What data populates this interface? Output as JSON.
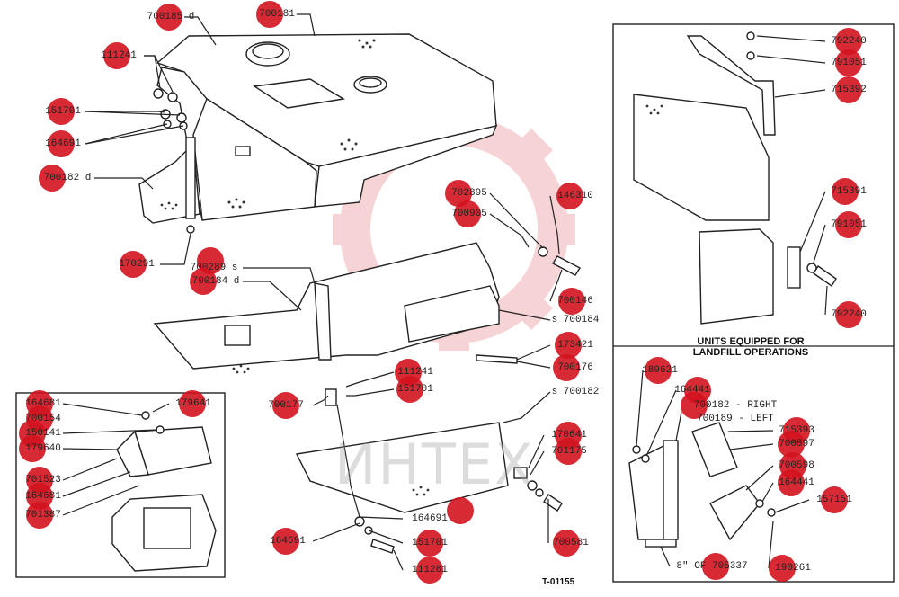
{
  "drawing_number": "T-01155",
  "note": {
    "line1": "UNITS EQUIPPED FOR",
    "line2": "LANDFILL OPERATIONS"
  },
  "watermark": "ИНТЕХ",
  "callout_color": "#d3131f",
  "labels": [
    {
      "id": "c1",
      "text": "700185 d"
    },
    {
      "id": "c2",
      "text": "700181"
    },
    {
      "id": "c3",
      "text": "111241"
    },
    {
      "id": "c4",
      "text": "151701"
    },
    {
      "id": "c5",
      "text": "164691"
    },
    {
      "id": "c6",
      "text": "700182 d"
    },
    {
      "id": "c7",
      "text": "170291"
    },
    {
      "id": "c8",
      "text": "700289 s"
    },
    {
      "id": "c9",
      "text": "700184 d"
    },
    {
      "id": "c10",
      "text": "702895"
    },
    {
      "id": "c11",
      "text": "700905"
    },
    {
      "id": "c12",
      "text": "146310"
    },
    {
      "id": "c13",
      "text": "700146"
    },
    {
      "id": "c14",
      "text": "s 700184"
    },
    {
      "id": "c15",
      "text": "173421"
    },
    {
      "id": "c16",
      "text": "700176"
    },
    {
      "id": "c17",
      "text": "111241"
    },
    {
      "id": "c18",
      "text": "151701"
    },
    {
      "id": "c19",
      "text": "s 700182"
    },
    {
      "id": "c20",
      "text": "700177"
    },
    {
      "id": "c21",
      "text": "164681"
    },
    {
      "id": "c22",
      "text": "700154"
    },
    {
      "id": "c23",
      "text": "150141"
    },
    {
      "id": "c24",
      "text": "179640"
    },
    {
      "id": "c25",
      "text": "179641"
    },
    {
      "id": "c26",
      "text": "701523"
    },
    {
      "id": "c27",
      "text": "164681"
    },
    {
      "id": "c28",
      "text": "701387"
    },
    {
      "id": "c29",
      "text": "170641"
    },
    {
      "id": "c30",
      "text": "701175"
    },
    {
      "id": "c31",
      "text": "164691"
    },
    {
      "id": "c32",
      "text": "151701"
    },
    {
      "id": "c33",
      "text": "700581"
    },
    {
      "id": "c34",
      "text": "164691"
    },
    {
      "id": "c35",
      "text": "111281"
    },
    {
      "id": "c36",
      "text": "792240"
    },
    {
      "id": "c37",
      "text": "791051"
    },
    {
      "id": "c38",
      "text": "715392"
    },
    {
      "id": "c39",
      "text": "715391"
    },
    {
      "id": "c40",
      "text": "791051"
    },
    {
      "id": "c41",
      "text": "792240"
    },
    {
      "id": "c42",
      "text": "189621"
    },
    {
      "id": "c43",
      "text": "164441"
    },
    {
      "id": "c44",
      "text": "700182 - RIGHT"
    },
    {
      "id": "c45",
      "text": "700189 - LEFT"
    },
    {
      "id": "c46",
      "text": "715393"
    },
    {
      "id": "c47",
      "text": "700597"
    },
    {
      "id": "c48",
      "text": "700598"
    },
    {
      "id": "c49",
      "text": "164441"
    },
    {
      "id": "c50",
      "text": "157151"
    },
    {
      "id": "c51",
      "text": "8\" OF 705337"
    },
    {
      "id": "c52",
      "text": "190261"
    }
  ]
}
